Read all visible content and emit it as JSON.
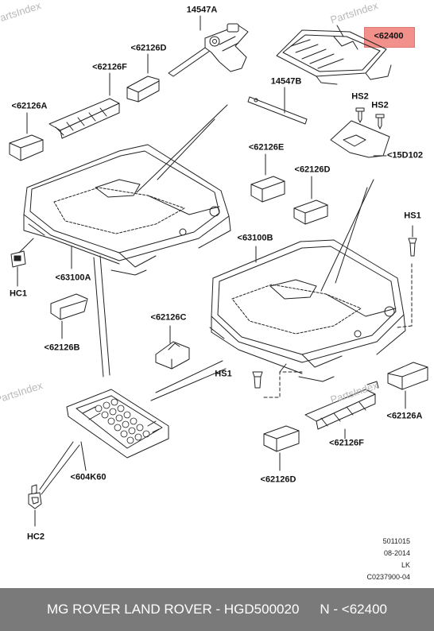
{
  "watermark": "PartsIndex",
  "part_labels": {
    "p14547A": "14547A",
    "p62400": "<62400",
    "p62126D_top": "<62126D",
    "p62126F_top": "<62126F",
    "p62126A_left": "<62126A",
    "p14547B": "14547B",
    "pHS2a": "HS2",
    "pHS2b": "HS2",
    "p15D102": "<15D102",
    "p62126E": "<62126E",
    "p62126D_mid": "<62126D",
    "pHS1_right": "HS1",
    "p63100B": "<63100B",
    "p63100A": "<63100A",
    "pHC1": "HC1",
    "p62126B": "<62126B",
    "p62126C": "<62126C",
    "pHS1_mid": "HS1",
    "p62126A_right": "<62126A",
    "p62126F_bottom": "<62126F",
    "p604K60": "<604K60",
    "p62126D_bottom": "<62126D",
    "pHC2": "HC2"
  },
  "highlight_color": "#f2918c",
  "reference": {
    "line1": "5011015",
    "line2": "08-2014",
    "line3": "LK",
    "line4": "C0237900-04"
  },
  "footer": {
    "brand": "MG ROVER LAND ROVER - HGD500020",
    "code": "N - <62400"
  }
}
